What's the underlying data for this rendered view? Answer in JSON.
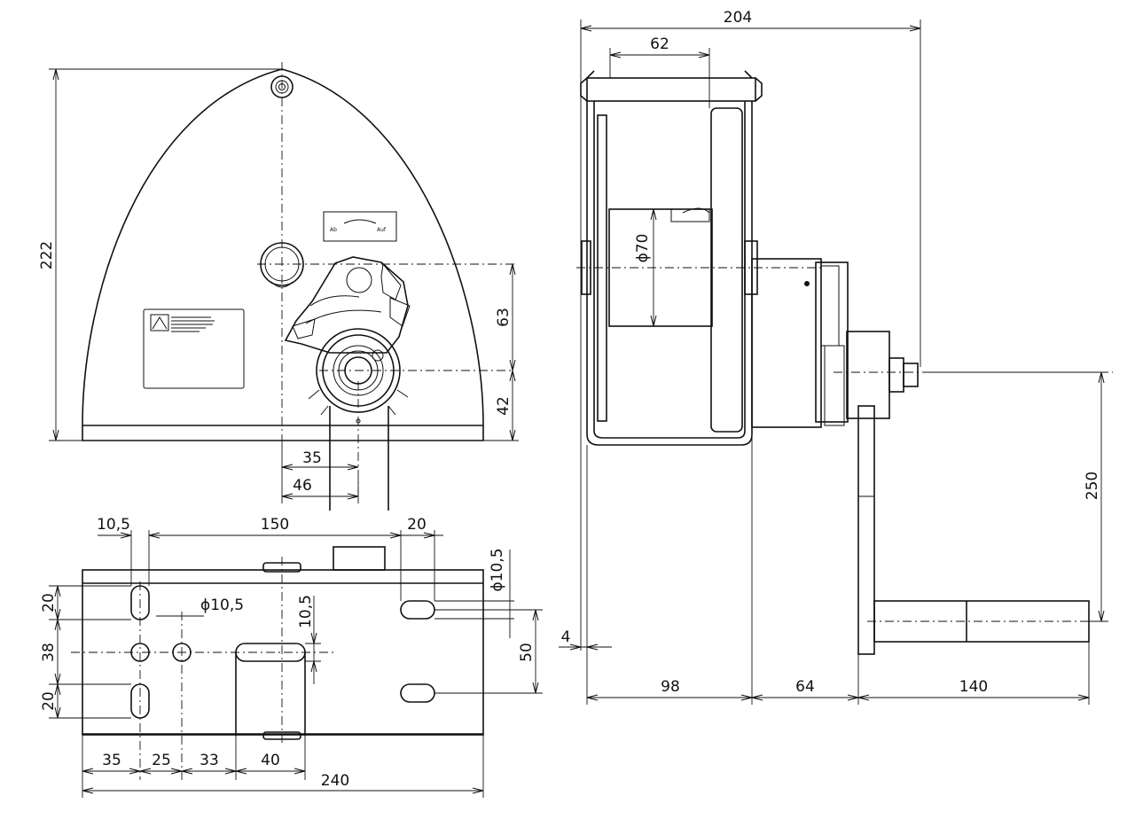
{
  "dimensions": {
    "top_width": "204",
    "drum_offset": "62",
    "diameter_drum": "ϕ70",
    "height_total": "222",
    "axis_gap": "63",
    "shaft_height": "42",
    "offset_35_top": "35",
    "offset_46": "46",
    "slot_10_5": "10,5",
    "span_150": "150",
    "slot_20_top": "20",
    "hole_dia_right": "ϕ10,5",
    "hole_dia_left": "ϕ10,5",
    "left_20_top": "20",
    "left_38": "38",
    "left_20_bottom": "20",
    "center_10_5": "10,5",
    "right_50": "50",
    "bottom_35": "35",
    "bottom_25": "25",
    "bottom_33": "33",
    "bottom_40": "40",
    "bottom_240": "240",
    "side_4": "4",
    "side_98": "98",
    "side_64": "64",
    "side_140": "140",
    "crank_250": "250"
  },
  "labels": {
    "direction_down": "Ab",
    "direction_up": "Auf"
  }
}
